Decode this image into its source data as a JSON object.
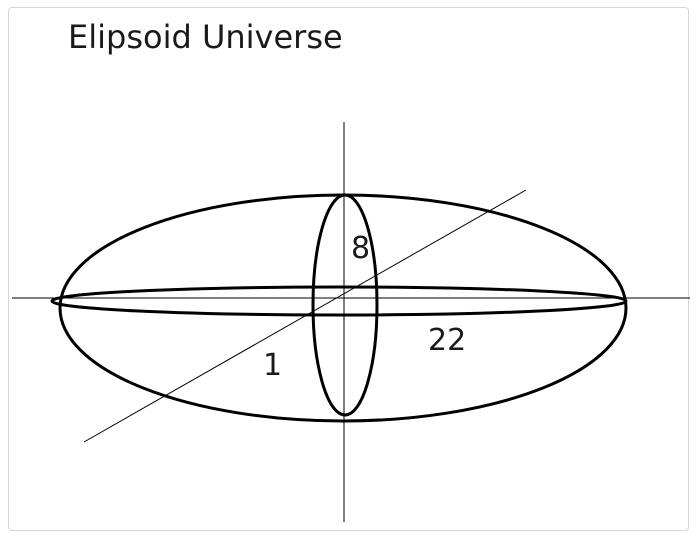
{
  "title": "Elipsoid Universe",
  "labels": {
    "vertical_axis_value": "8",
    "horizontal_axis_value": "22",
    "depth_axis_value": "1"
  },
  "colors": {
    "line": "#000000",
    "text": "#1a1a1a",
    "background": "#ffffff"
  }
}
